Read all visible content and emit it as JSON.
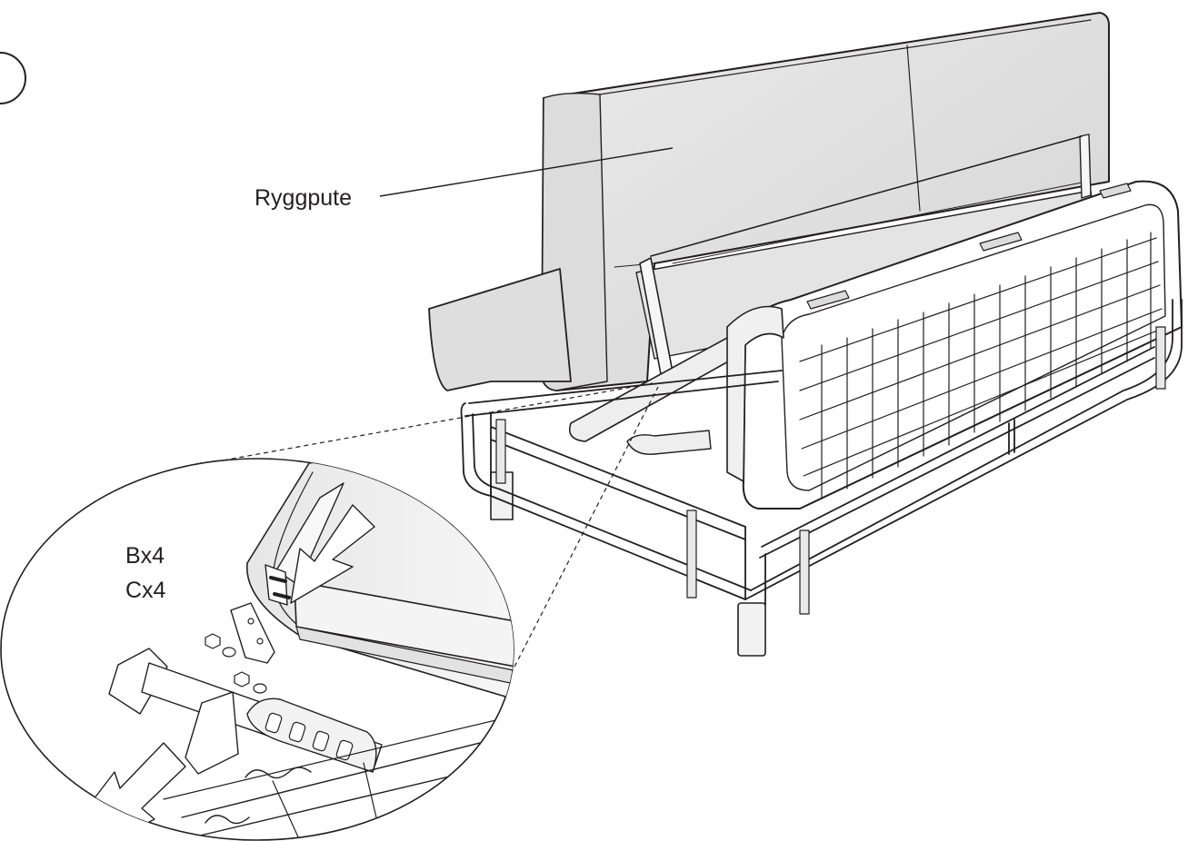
{
  "labels": {
    "cushion": "Ryggpute",
    "part_b": "Bx4",
    "part_c": "Cx4"
  },
  "colors": {
    "line": "#231f20",
    "cushion_fill": "#e2e2e2",
    "cushion_shade": "#cfcfcf",
    "background": "#ffffff"
  }
}
